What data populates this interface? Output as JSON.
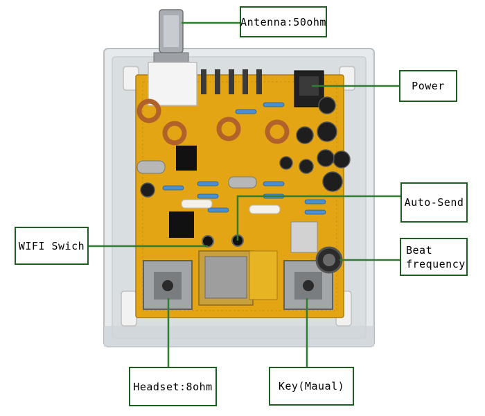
{
  "callouts": {
    "antenna": "Antenna:50ohm",
    "power": "Power",
    "auto_send": "Auto-Send",
    "beat_line1": "Beat",
    "beat_line2": "frequency",
    "wifi": "WIFI Swich",
    "headset": "Headset:8ohm",
    "key": "Key(Maual)"
  },
  "colors": {
    "callout_border": "#1b5e20",
    "leader_line": "#2e7d32",
    "pcb": "#e3a514",
    "enclosure": "#d8dde0"
  }
}
